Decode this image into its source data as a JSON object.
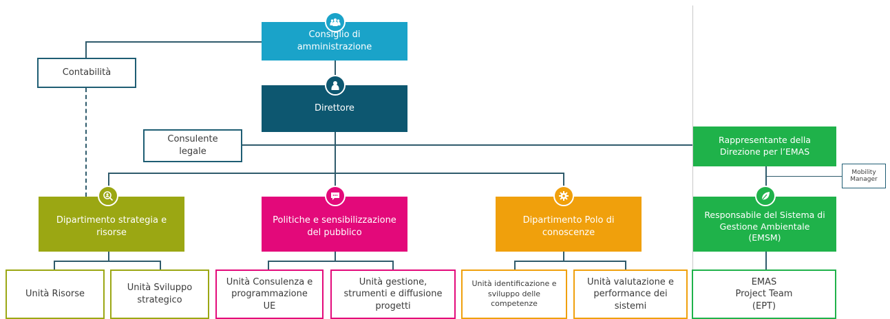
{
  "colors": {
    "board": "#1aa3c9",
    "director": "#0d5770",
    "strategy": "#9ba713",
    "policy": "#e3097a",
    "knowledge": "#f0a00c",
    "environment": "#1fb24a",
    "lines": "#2e5a6b",
    "outline": "#1e5d73"
  },
  "icons": {
    "board": "group-icon",
    "director": "person-icon",
    "strategy": "search-person-icon",
    "policy": "speech-bubble-icon",
    "knowledge": "gear-icon",
    "environment": "leaf-icon"
  },
  "nodes": {
    "board": "Consiglio di\namministrazione",
    "director": "Direttore",
    "accounting": "Contabilità",
    "legal": "Consulente\nlegale",
    "emas_rep": "Rappresentante della\nDirezione per l’EMAS",
    "mobility": "Mobility\nManager",
    "emsm": "Responsabile del Sistema di\nGestione Ambientale\n(EMSM)",
    "dept_strategy": "Dipartimento strategia e\nrisorse",
    "dept_policy": "Politiche e sensibilizzazione\ndel pubblico",
    "dept_knowledge": "Dipartimento Polo di\nconoscenze",
    "unit_resources": "Unità Risorse",
    "unit_strategic": "Unità Sviluppo\nstrategico",
    "unit_eu": "Unità Consulenza e\nprogrammazione\nUE",
    "unit_projects": "Unità gestione,\nstrumenti e diffusione\nprogetti",
    "unit_competences": "Unità identificazione e\nsviluppo delle\ncompetenze",
    "unit_performance": "Unità valutazione e\nperformance dei\nsistemi",
    "emas_team": "EMAS\nProject Team\n(EPT)"
  }
}
